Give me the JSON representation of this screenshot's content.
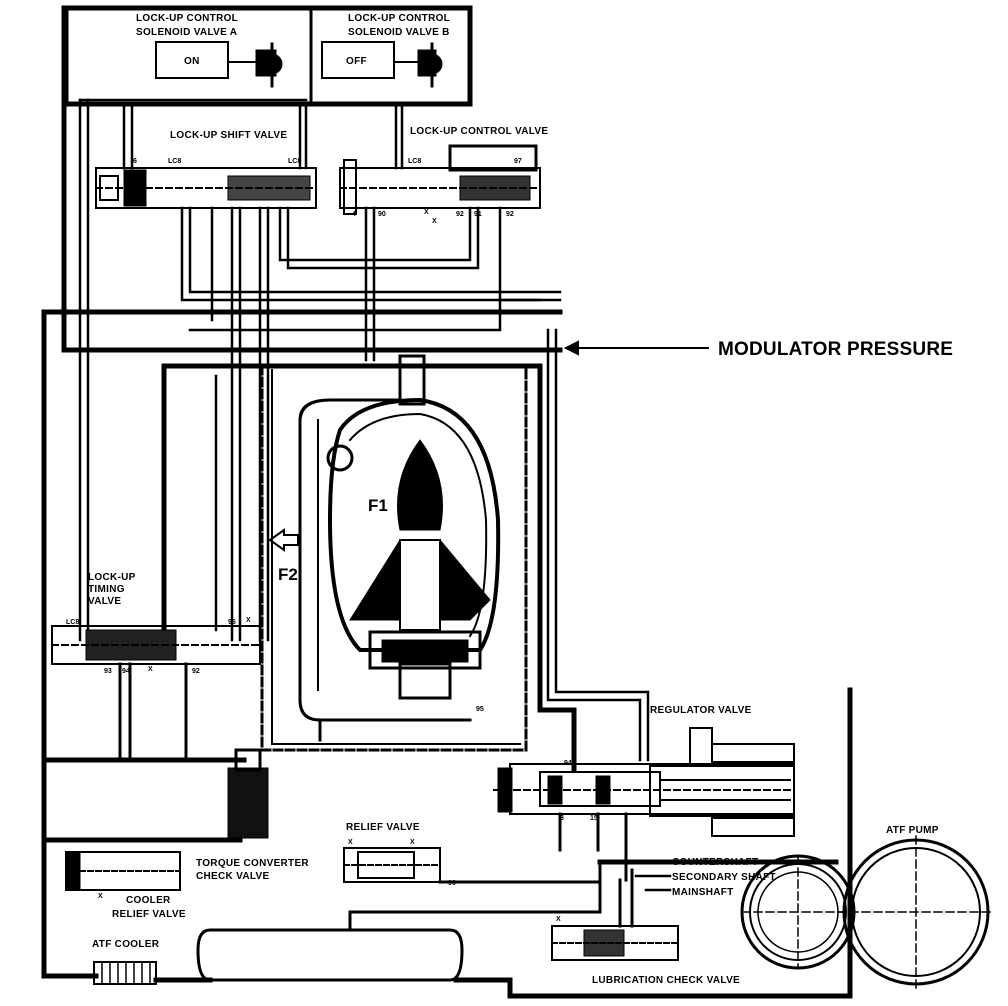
{
  "labels": {
    "solenoid_a_line1": "LOCK-UP CONTROL",
    "solenoid_a_line2": "SOLENOID VALVE A",
    "solenoid_b_line1": "LOCK-UP CONTROL",
    "solenoid_b_line2": "SOLENOID VALVE B",
    "on_state": "ON",
    "off_state": "OFF",
    "lockup_shift_valve": "LOCK-UP SHIFT VALVE",
    "lockup_control_valve": "LOCK-UP CONTROL VALVE",
    "modulator_pressure": "MODULATOR PRESSURE",
    "f1": "F1",
    "f2": "F2",
    "lockup_timing_valve_line1": "LOCK-UP",
    "lockup_timing_valve_line2": "TIMING",
    "lockup_timing_valve_line3": "VALVE",
    "regulator_valve": "REGULATOR VALVE",
    "relief_valve": "RELIEF VALVE",
    "torque_converter_check_valve_line1": "TORQUE CONVERTER",
    "torque_converter_check_valve_line2": "CHECK VALVE",
    "cooler_relief_valve_line1": "COOLER",
    "cooler_relief_valve_line2": "RELIEF VALVE",
    "countershaft": "COUNTERSHAFT",
    "secondary_shaft": "SECONDARY SHAFT",
    "mainshaft": "MAINSHAFT",
    "atf_pump": "ATF PUMP",
    "atf_cooler": "ATF COOLER",
    "lubrication_check_valve": "LUBRICATION CHECK VALVE"
  },
  "port_codes": {
    "p1": "6",
    "p2": "LC8",
    "p3": "LC8",
    "p4": "LC8",
    "p5": "97",
    "p6": "4",
    "p7": "90",
    "p8": "X",
    "p9": "X",
    "p10": "92",
    "p11": "91",
    "p12": "92",
    "p13": "LC8",
    "p14": "96",
    "p15": "X",
    "p16": "93",
    "p17": "94",
    "p18": "X",
    "p19": "92",
    "p20": "95",
    "p21": "94",
    "p22": "3",
    "p23": "15",
    "p24": "X",
    "p25": "X",
    "p26": "96",
    "p27": "X",
    "p28": "X"
  },
  "colors": {
    "ink": "#000000",
    "paper": "#ffffff"
  },
  "icons": [
    "arrow-left-icon",
    "solenoid-coil-icon",
    "gear-pump-icon",
    "cooler-icon"
  ]
}
